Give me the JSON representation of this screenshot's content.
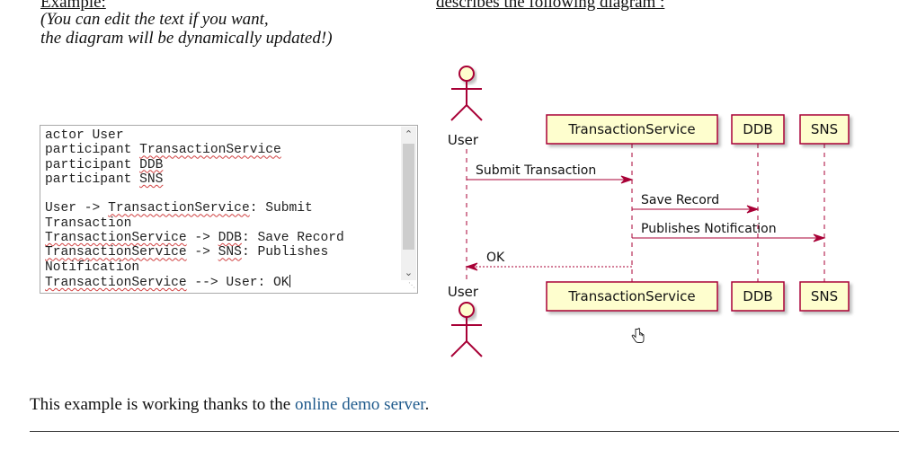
{
  "page": {
    "left_heading": "Example:",
    "right_heading": "describes the following diagram :",
    "note_lines": [
      "(You can edit the text if you want,",
      "the diagram will be dynamically updated!)"
    ],
    "footer_prefix": "This example is working thanks to the ",
    "footer_link": "online demo server",
    "footer_suffix": "."
  },
  "editor": {
    "lines": [
      "actor User",
      "participant TransactionService",
      "participant DDB",
      "participant SNS",
      "",
      "User -> TransactionService: Submit Transaction",
      "TransactionService -> DDB: Save Record",
      "TransactionService -> SNS: Publishes Notification",
      "TransactionService --> User: OK"
    ],
    "scroll_up_icon": "chevron-up-icon",
    "scroll_down_icon": "chevron-down-icon"
  },
  "diagram": {
    "type": "sequence",
    "colors": {
      "line": "#a80036",
      "participant_fill": "#fefece",
      "text": "#111111"
    },
    "actor": {
      "name": "User"
    },
    "participants": [
      "TransactionService",
      "DDB",
      "SNS"
    ],
    "messages": [
      {
        "from": "User",
        "to": "TransactionService",
        "label": "Submit Transaction",
        "style": "solid"
      },
      {
        "from": "TransactionService",
        "to": "DDB",
        "label": "Save Record",
        "style": "solid"
      },
      {
        "from": "TransactionService",
        "to": "SNS",
        "label": "Publishes Notification",
        "style": "solid"
      },
      {
        "from": "TransactionService",
        "to": "User",
        "label": "OK",
        "style": "dashed"
      }
    ]
  }
}
